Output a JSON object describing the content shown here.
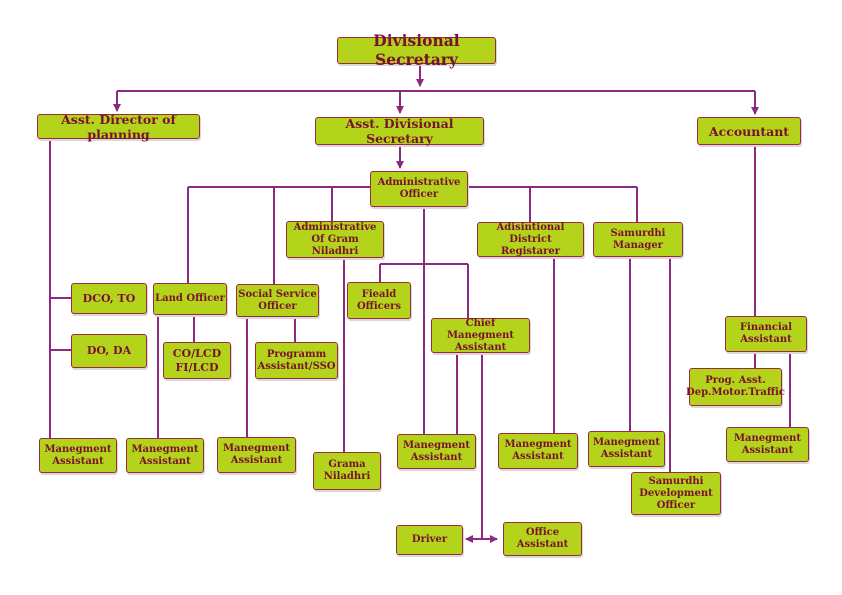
{
  "colors": {
    "box_fill": "#b3d41a",
    "box_border": "#9c2a3c",
    "text": "#7a1030",
    "connector": "#8b2a7e"
  },
  "nodes": {
    "divisional_secretary": "Divisional Secretary",
    "asst_director_planning": "Asst. Director of planning",
    "asst_divisional_secretary": "Asst. Divisional Secretary",
    "accountant": "Accountant",
    "administrative_officer": "Administrative\nOfficer",
    "admin_gram_niladhri": "Administrative\nOf Gram Niladhri",
    "adisintional_district_registarer": "Adisintional District\nRegistarer",
    "samurdhi_manager": "Samurdhi\nManager",
    "dco_to": "DCO, TO",
    "do_da": "DO, DA",
    "land_officer": "Land Officer",
    "social_service_officer": "Social Service\nOfficer",
    "fieald_officers": "Fieald\nOfficers",
    "chief_manegment_assistant": "Chief Manegment\nAssistant",
    "financial_assistant": "Financial\nAssistant",
    "co_lcd_fi_lcd": "CO/LCD\nFI/LCD",
    "programm_assistant_sso": "Programm\nAssistant/SSO",
    "prog_asst_dep_motor_traffic": "Prog. Asst.\nDep.Motor.Traffic",
    "manegment_assistant_planning": "Manegment\nAssistant",
    "manegment_assistant_land": "Manegment\nAssistant",
    "manegment_assistant_social": "Manegment\nAssistant",
    "grama_niladhri": "Grama\nNiladhri",
    "manegment_assistant_admin": "Manegment\nAssistant",
    "manegment_assistant_registrar": "Manegment\nAssistant",
    "manegment_assistant_samurdhi": "Manegment\nAssistant",
    "samurdhi_development_officer": "Samurdhi\nDevelopment\nOfficer",
    "manegment_assistant_accounts": "Manegment\nAssistant",
    "driver": "Driver",
    "office_assistant": "Office\nAssistant"
  }
}
